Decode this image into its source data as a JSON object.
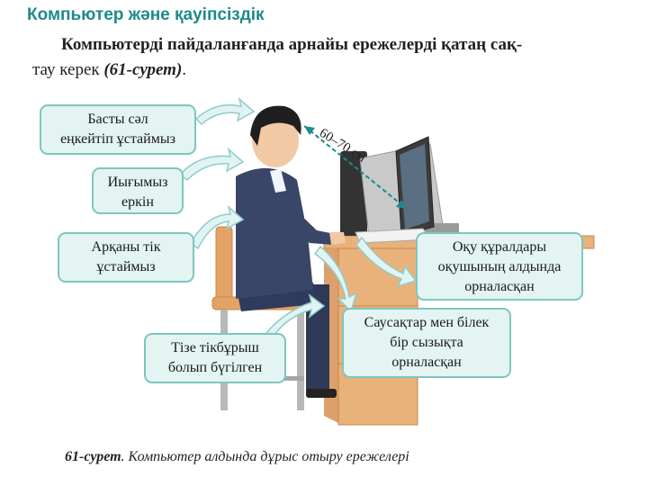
{
  "header": {
    "title": "Компьютер және қауіпсіздік",
    "intro_line1": "Компьютерді пайдаланғанда арнайы ережелерді қатаң сақ-",
    "intro_line2_text": "тау керек ",
    "intro_ref": "(61-сурет)",
    "intro_end": "."
  },
  "figure": {
    "distance_label": "60–70 см",
    "callouts": [
      {
        "line1": "Басты сәл",
        "line2": "еңкейтіп ұстаймыз"
      },
      {
        "line1": "Иығымыз",
        "line2": "еркін"
      },
      {
        "line1": "Арқаны тік",
        "line2": "ұстаймыз"
      },
      {
        "line1": "Оқу құралдары",
        "line2": "оқушының алдында",
        "line3": "орналасқан"
      },
      {
        "line1": "Саусақтар мен білек",
        "line2": "бір сызықта",
        "line3": "орналасқан"
      },
      {
        "line1": "Тізе тікбұрыш",
        "line2": "болып бүгілген"
      }
    ],
    "caption_label": "61-сурет",
    "caption_text": ". Компьютер алдында дұрыс отыру ережелері"
  },
  "colors": {
    "title": "#1f8a8a",
    "callout_fill": "#e3f4f2",
    "callout_border": "#7dc6c0",
    "arrow": "#cfeeee",
    "desk": "#e9b27a",
    "suit": "#3a4668"
  }
}
